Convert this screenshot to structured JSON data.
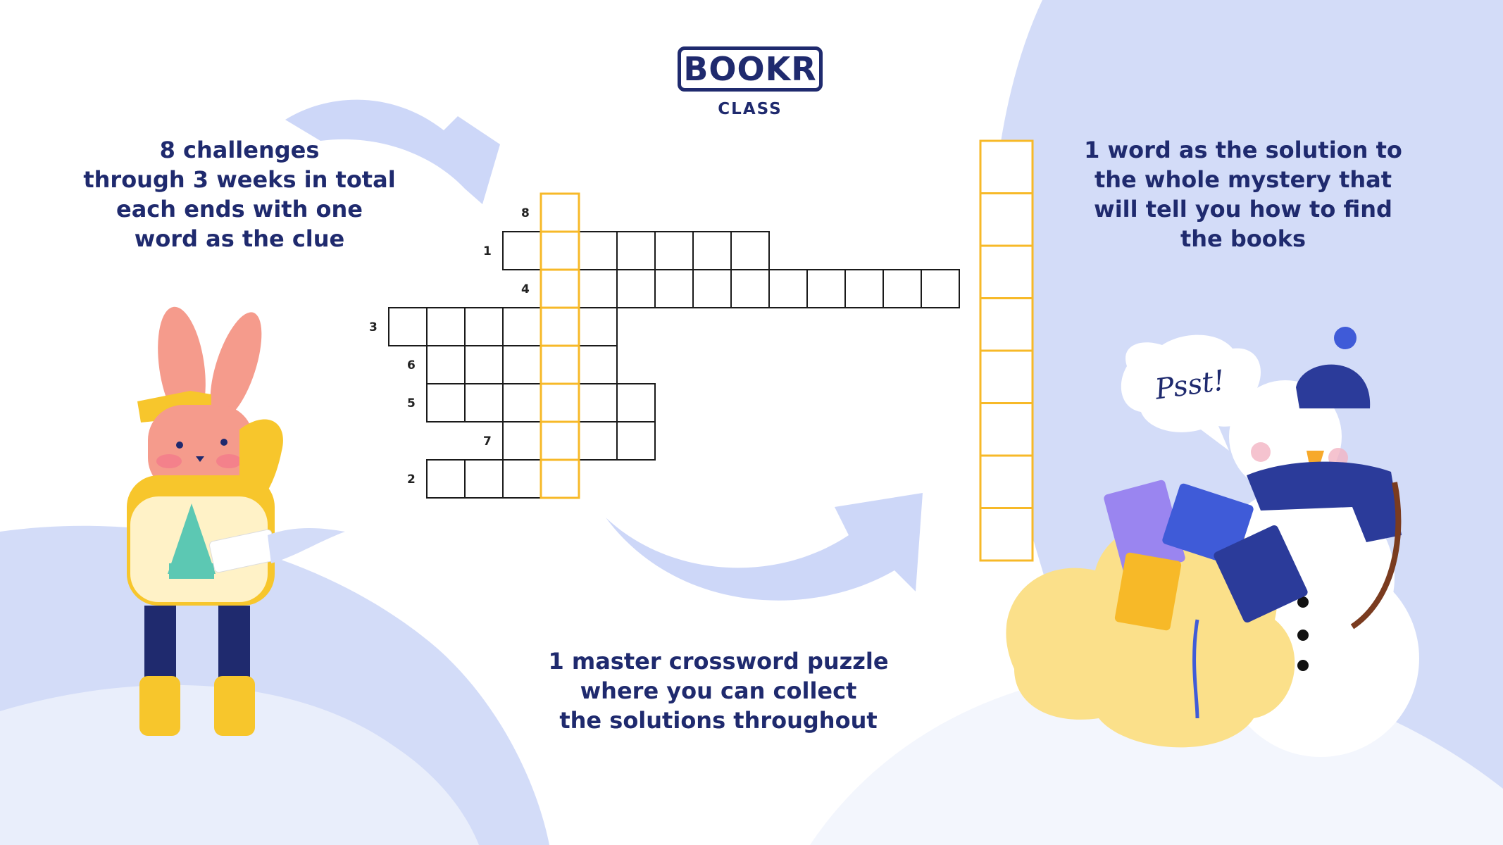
{
  "logo": {
    "brand": "BOOKR",
    "sub": "CLASS"
  },
  "captions": {
    "left": [
      "8 challenges",
      "through 3 weeks in total",
      "each ends with one",
      "word as the clue"
    ],
    "right": [
      "1 word as the solution to",
      "the whole mystery that",
      "will tell you how to find",
      "the books"
    ],
    "bottom": [
      "1 master crossword puzzle",
      "where you can collect",
      "the solutions throughout"
    ]
  },
  "speech_bubble": "Psst!",
  "crossword": {
    "rows": [
      {
        "number": "8",
        "length": 1,
        "key_index": 0
      },
      {
        "number": "1",
        "length": 7,
        "key_index": 1
      },
      {
        "number": "4",
        "length": 11,
        "key_index": 0
      },
      {
        "number": "3",
        "length": 6,
        "key_index": 4
      },
      {
        "number": "6",
        "length": 5,
        "key_index": 3
      },
      {
        "number": "5",
        "length": 6,
        "key_index": 3
      },
      {
        "number": "7",
        "length": 4,
        "key_index": 1
      },
      {
        "number": "2",
        "length": 4,
        "key_index": 3
      }
    ],
    "solution_length": 8
  },
  "colors": {
    "navy": "#1f2a6e",
    "yellow": "#f7b928",
    "pale_blue": "#d3dcf8",
    "rabbit_pink": "#f59b8c",
    "book_blue": "#3f5bd8"
  }
}
